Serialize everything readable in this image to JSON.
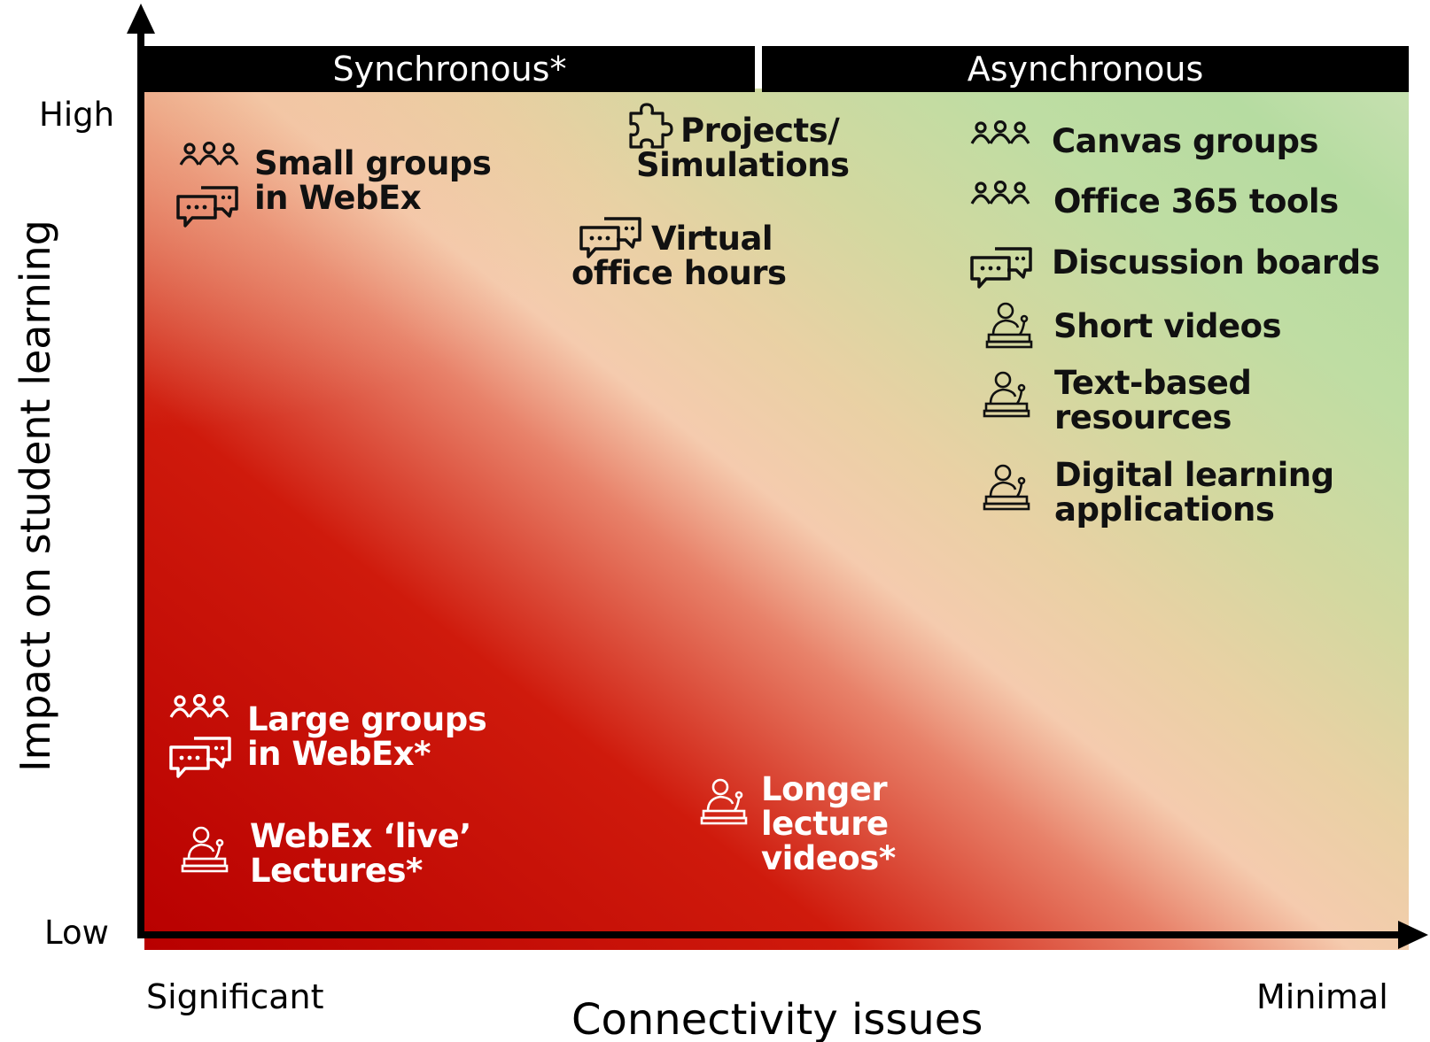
{
  "bands": {
    "synchronous": "Synchronous*",
    "asynchronous": "Asynchronous"
  },
  "y_axis": {
    "title": "Impact on student learning",
    "high": "High",
    "low": "Low"
  },
  "x_axis": {
    "title": "Connectivity issues",
    "left": "Significant",
    "right": "Minimal"
  },
  "items": {
    "small_groups": {
      "line1": "Small groups",
      "line2": "in WebEx",
      "icons": [
        "people-group-icon",
        "chat-bubbles-icon"
      ]
    },
    "projects": {
      "line1": "Projects/",
      "line2": "Simulations",
      "icon": "puzzle-icon"
    },
    "office_hours": {
      "line1": "Virtual",
      "line2": "office hours",
      "icon": "chat-bubbles-icon"
    },
    "canvas_groups": {
      "label": "Canvas groups",
      "icon": "people-group-icon"
    },
    "office365": {
      "label": "Office 365 tools",
      "icon": "people-group-icon"
    },
    "discussion": {
      "label": "Discussion boards",
      "icon": "chat-bubbles-icon"
    },
    "short_videos": {
      "label": "Short videos",
      "icon": "presenter-icon"
    },
    "text_resources": {
      "line1": "Text-based",
      "line2": "resources",
      "icon": "presenter-icon"
    },
    "digital_apps": {
      "line1": "Digital learning",
      "line2": "applications",
      "icon": "presenter-icon"
    },
    "large_groups": {
      "line1": "Large groups",
      "line2": "in WebEx*",
      "icons": [
        "people-group-icon",
        "chat-bubbles-icon"
      ]
    },
    "webex_live": {
      "line1": "WebEx ‘live’",
      "line2": "Lectures*",
      "icon": "presenter-icon"
    },
    "longer_videos": {
      "line1": "Longer",
      "line2": "lecture",
      "line3": "videos*",
      "icon": "presenter-icon"
    }
  }
}
